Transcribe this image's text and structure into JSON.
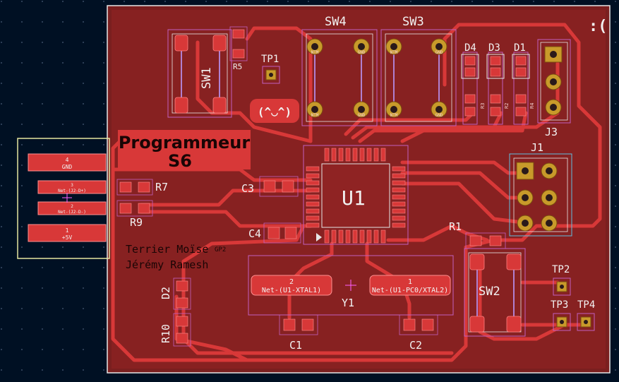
{
  "board": {
    "title_line1": "Programmeur",
    "title_line2": "S6",
    "author1": "Terrier Moïse",
    "author2": "Jérémy Ramesh",
    "group": "GP2",
    "face_emoticon": ":(",
    "face_kaomoji": "(^◡^)"
  },
  "colors": {
    "background": "#001023",
    "board_fill": "#7a1f1f",
    "copper": "#c83232",
    "outline": "#e6e6e6",
    "pads": "#c89a2a",
    "silkscreen": "#f2d0d0",
    "courtyard": "#c060c0"
  },
  "components": [
    {
      "ref": "SW4"
    },
    {
      "ref": "SW3"
    },
    {
      "ref": "SW1"
    },
    {
      "ref": "SW2"
    },
    {
      "ref": "TP1"
    },
    {
      "ref": "TP2"
    },
    {
      "ref": "TP3"
    },
    {
      "ref": "TP4"
    },
    {
      "ref": "R5"
    },
    {
      "ref": "R7"
    },
    {
      "ref": "R9"
    },
    {
      "ref": "R1"
    },
    {
      "ref": "R10"
    },
    {
      "ref": "D4"
    },
    {
      "ref": "D3"
    },
    {
      "ref": "D1"
    },
    {
      "ref": "D2"
    },
    {
      "ref": "J3"
    },
    {
      "ref": "J1"
    },
    {
      "ref": "U1"
    },
    {
      "ref": "C3"
    },
    {
      "ref": "C4"
    },
    {
      "ref": "C1"
    },
    {
      "ref": "C2"
    },
    {
      "ref": "Y1"
    }
  ],
  "connector": {
    "pins": [
      {
        "num": "4",
        "net": "GND"
      },
      {
        "num": "3",
        "net": "Net-(J2-D+)"
      },
      {
        "num": "2",
        "net": "Net-(J2-D-)"
      },
      {
        "num": "1",
        "net": "+5V"
      }
    ]
  },
  "crystal_pads": [
    {
      "num": "2",
      "net": "Net-(U1-XTAL1)"
    },
    {
      "num": "1",
      "net": "Net-(U1-PC0/XTAL2)"
    }
  ],
  "switch_pins": {
    "left": "NTM",
    "right": "GND"
  },
  "small_labels": {
    "r3": "R3",
    "r2": "R2",
    "r4": "R4"
  }
}
